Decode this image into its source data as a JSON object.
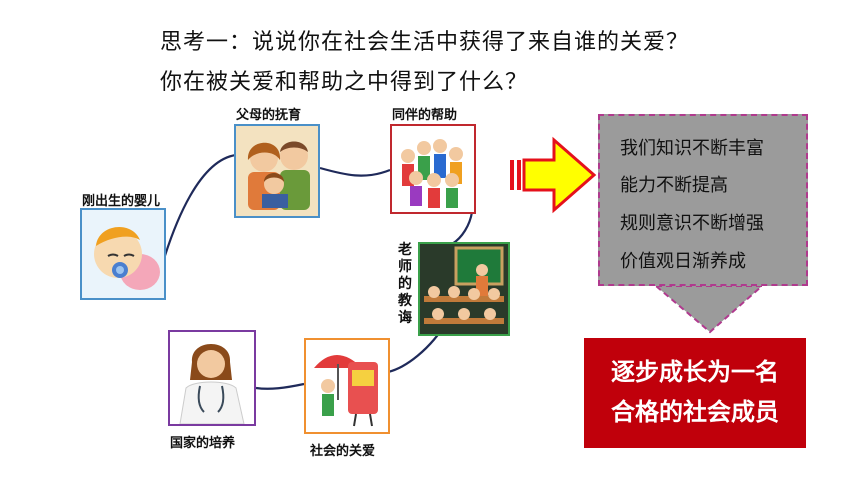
{
  "questions": {
    "q1": "思考一：说说你在社会生活中获得了来自谁的关爱？",
    "q2": "你在被关爱和帮助之中得到了什么？"
  },
  "stages": {
    "baby": "刚出生的婴儿",
    "parents": "父母的抚育",
    "peers": "同伴的帮助",
    "teacher": "老师的教诲",
    "society": "社会的关爱",
    "country": "国家的培养"
  },
  "gains": [
    "我们知识不断丰富",
    "能力不断提高",
    "规则意识不断增强",
    "价值观日渐养成"
  ],
  "result": [
    "逐步成长为一名",
    "合格的社会成员"
  ],
  "colors": {
    "path": "#1f2a5a",
    "arrow_fill": "#ffff00",
    "arrow_stroke": "#e5111b",
    "callout_bg": "#9b9b9b",
    "callout_border": "#b03a8e",
    "result_bg": "#c0000b"
  }
}
